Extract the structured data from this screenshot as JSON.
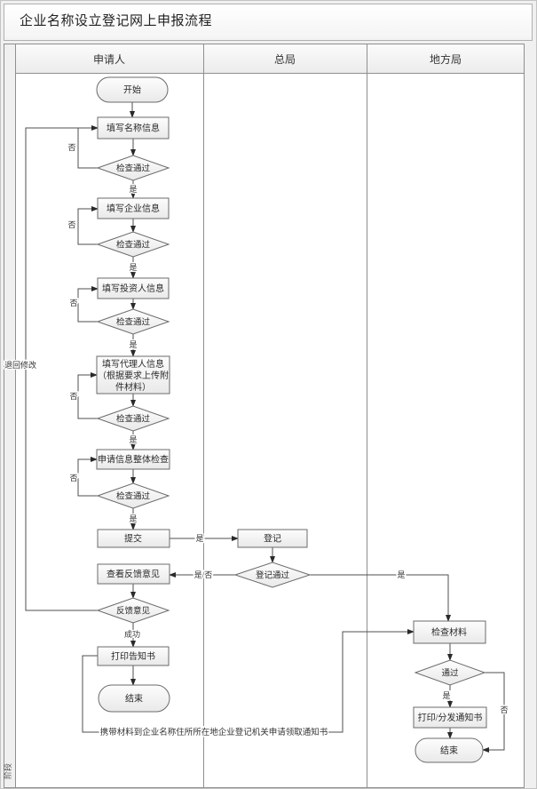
{
  "title": "企业名称设立登记网上申报流程",
  "lanes": {
    "applicant": "申请人",
    "central": "总局",
    "local": "地方局",
    "stage": "阶段"
  },
  "nodes": {
    "start": "开始",
    "fill_name": "填写名称信息",
    "check1": "检查通过",
    "fill_company": "填写企业信息",
    "check2": "检查通过",
    "fill_investor": "填写投资人信息",
    "check3": "检查通过",
    "fill_agent": {
      "line1": "填写代理人信息",
      "line2": "（根据要求上传附",
      "line3": "件材料）"
    },
    "check4": "检查通过",
    "overall_check": "申请信息整体检查",
    "check5": "检查通过",
    "submit": "提交",
    "register": "登记",
    "register_pass": "登记通过",
    "view_feedback": "查看反馈意见",
    "feedback": "反馈意见",
    "print_notice": "打印告知书",
    "end1": "结束",
    "check_materials": "检查材料",
    "pass": "通过",
    "print_distribute": "打印/分发通知书",
    "end2": "结束"
  },
  "labels": {
    "yes": "是",
    "no": "否",
    "yes_no": "是/否",
    "success": "成功",
    "return_modify": "退回修改",
    "note": "携带材料到企业名称住所所在地企业登记机关申请领取通知书"
  },
  "colors": {
    "background": "#f0f0f0",
    "line": "#4f4f4f",
    "node_border": "#6b6b6b",
    "grid_border": "#8f8f8f"
  }
}
